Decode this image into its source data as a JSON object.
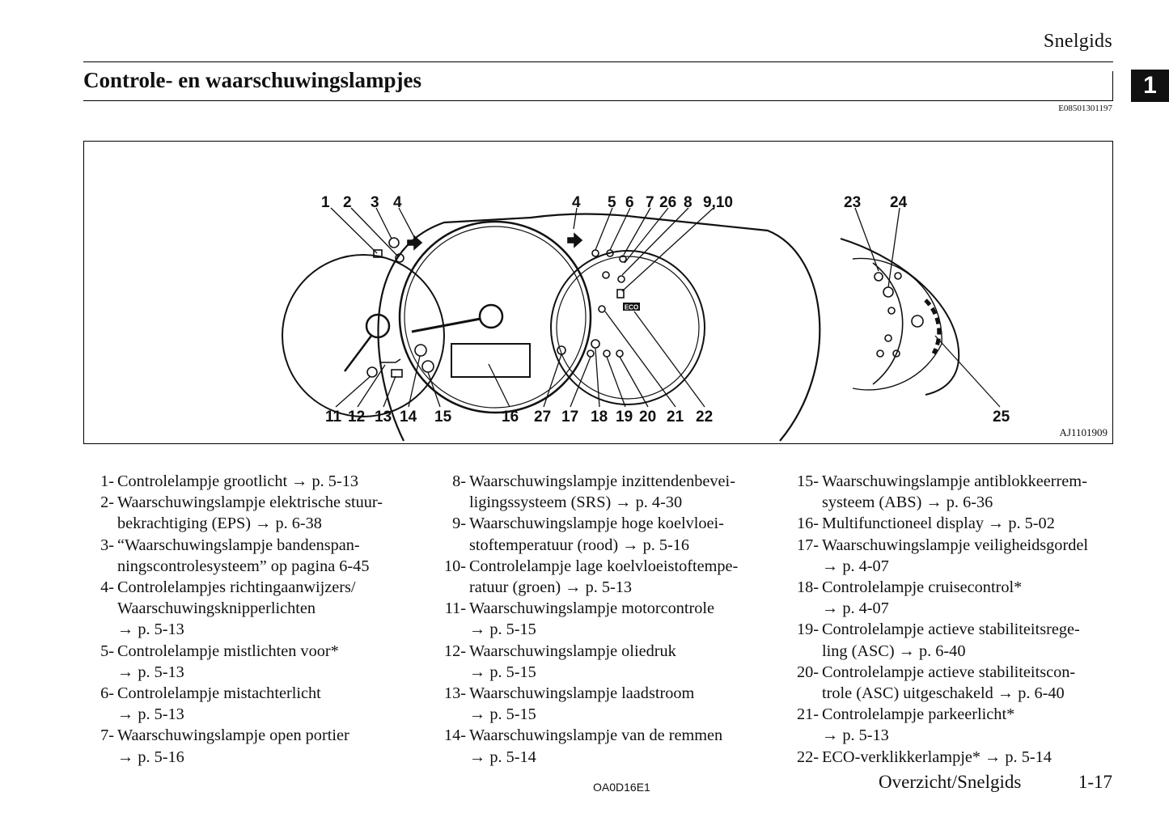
{
  "header": {
    "section": "Snelgids",
    "chapter_tab": "1"
  },
  "title": "Controle- en waarschuwingslampjes",
  "doc_code": "E08501301197",
  "figure": {
    "code": "AJ1101909",
    "eco_badge": "ECO",
    "callouts": [
      {
        "id": "1",
        "label": "1"
      },
      {
        "id": "2",
        "label": "2"
      },
      {
        "id": "3",
        "label": "3"
      },
      {
        "id": "4a",
        "label": "4"
      },
      {
        "id": "4b",
        "label": "4"
      },
      {
        "id": "5",
        "label": "5"
      },
      {
        "id": "6",
        "label": "6"
      },
      {
        "id": "7",
        "label": "7"
      },
      {
        "id": "26",
        "label": "26"
      },
      {
        "id": "8",
        "label": "8"
      },
      {
        "id": "9_10",
        "label": "9,10"
      },
      {
        "id": "23",
        "label": "23"
      },
      {
        "id": "24",
        "label": "24"
      },
      {
        "id": "11",
        "label": "11"
      },
      {
        "id": "12",
        "label": "12"
      },
      {
        "id": "13",
        "label": "13"
      },
      {
        "id": "14",
        "label": "14"
      },
      {
        "id": "15",
        "label": "15"
      },
      {
        "id": "16",
        "label": "16"
      },
      {
        "id": "27",
        "label": "27"
      },
      {
        "id": "17",
        "label": "17"
      },
      {
        "id": "18",
        "label": "18"
      },
      {
        "id": "19",
        "label": "19"
      },
      {
        "id": "20",
        "label": "20"
      },
      {
        "id": "21",
        "label": "21"
      },
      {
        "id": "22",
        "label": "22"
      },
      {
        "id": "25",
        "label": "25"
      }
    ]
  },
  "legend": {
    "columns": [
      [
        {
          "num": "1-",
          "lines": [
            "Controlelampje grootlicht → p. 5-13"
          ]
        },
        {
          "num": "2-",
          "lines": [
            "Waarschuwingslampje elektrische stuur-",
            "bekrachtiging (EPS) → p. 6-38"
          ]
        },
        {
          "num": "3-",
          "lines": [
            "“Waarschuwingslampje bandenspan-",
            "ningscontrolesysteem” op pagina 6-45"
          ]
        },
        {
          "num": "4-",
          "lines": [
            "Controlelampjes richtingaanwijzers/",
            "Waarschuwingsknipperlichten",
            "→ p. 5-13"
          ]
        },
        {
          "num": "5-",
          "lines": [
            "Controlelampje mistlichten voor*",
            "→ p. 5-13"
          ]
        },
        {
          "num": "6-",
          "lines": [
            "Controlelampje mistachterlicht",
            "→ p. 5-13"
          ]
        },
        {
          "num": "7-",
          "lines": [
            "Waarschuwingslampje open portier",
            "→ p. 5-16"
          ]
        }
      ],
      [
        {
          "num": "8-",
          "lines": [
            "Waarschuwingslampje inzittendenbevei-",
            "ligingssysteem (SRS) → p. 4-30"
          ]
        },
        {
          "num": "9-",
          "lines": [
            "Waarschuwingslampje hoge koelvloei-",
            "stoftemperatuur (rood) → p. 5-16"
          ]
        },
        {
          "num": "10-",
          "lines": [
            "Controlelampje lage koelvloeistoftempe-",
            "ratuur (groen) → p. 5-13"
          ]
        },
        {
          "num": "11-",
          "lines": [
            "Waarschuwingslampje motorcontrole",
            "→ p. 5-15"
          ]
        },
        {
          "num": "12-",
          "lines": [
            "Waarschuwingslampje oliedruk",
            "→ p. 5-15"
          ]
        },
        {
          "num": "13-",
          "lines": [
            "Waarschuwingslampje laadstroom",
            "→ p. 5-15"
          ]
        },
        {
          "num": "14-",
          "lines": [
            "Waarschuwingslampje van de remmen",
            "→ p. 5-14"
          ]
        }
      ],
      [
        {
          "num": "15-",
          "lines": [
            "Waarschuwingslampje antiblokkeerrem-",
            "systeem (ABS) → p. 6-36"
          ]
        },
        {
          "num": "16-",
          "lines": [
            "Multifunctioneel display → p. 5-02"
          ]
        },
        {
          "num": "17-",
          "lines": [
            "Waarschuwingslampje veiligheidsgordel",
            "→ p. 4-07"
          ]
        },
        {
          "num": "18-",
          "lines": [
            "Controlelampje cruisecontrol*",
            "→ p. 4-07"
          ]
        },
        {
          "num": "19-",
          "lines": [
            "Controlelampje actieve stabiliteitsrege-",
            "ling (ASC) → p. 6-40"
          ]
        },
        {
          "num": "20-",
          "lines": [
            "Controlelampje actieve stabiliteitscon-",
            "trole (ASC) uitgeschakeld → p. 6-40"
          ]
        },
        {
          "num": "21-",
          "lines": [
            "Controlelampje parkeerlicht*",
            "→ p. 5-13"
          ]
        },
        {
          "num": "22-",
          "lines": [
            "ECO-verklikkerlampje* → p. 5-14"
          ]
        }
      ]
    ]
  },
  "footer": {
    "code": "OA0D16E1",
    "section": "Overzicht/Snelgids",
    "page": "1-17"
  }
}
